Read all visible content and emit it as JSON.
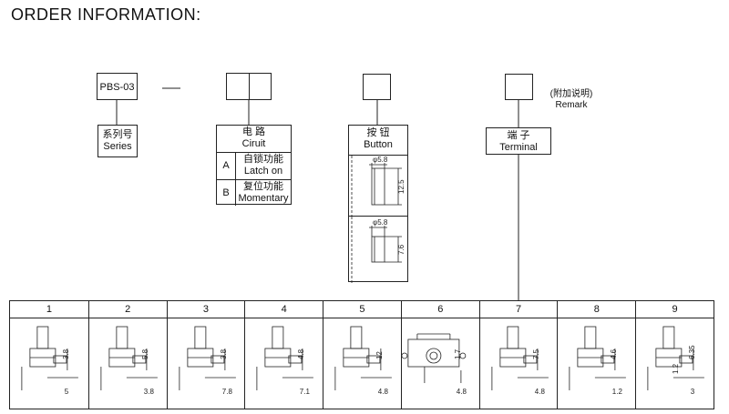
{
  "title": "ORDER  INFORMATION:",
  "code_boxes": {
    "series_code": "PBS-03",
    "separator": "—"
  },
  "series": {
    "cn": "系列号",
    "en": "Series"
  },
  "circuit": {
    "cn": "电 路",
    "en": "Ciruit",
    "options": [
      {
        "code": "A",
        "cn": "自锁功能",
        "en": "Latch on"
      },
      {
        "code": "B",
        "cn": "复位功能",
        "en": "Momentary"
      }
    ]
  },
  "button": {
    "cn": "按  钮",
    "en": "Button",
    "variants": [
      {
        "diameter": "φ5.8",
        "height": "12.5"
      },
      {
        "diameter": "φ5.8",
        "height": "7.6"
      }
    ]
  },
  "remark": {
    "cn": "(附加说明)",
    "en": "Remark"
  },
  "terminal": {
    "cn": "端 子",
    "en": "Terminal",
    "columns": [
      "1",
      "2",
      "3",
      "4",
      "5",
      "6",
      "7",
      "8",
      "9"
    ],
    "dims": [
      [
        "3.8",
        "5"
      ],
      [
        "5.8",
        "3.8"
      ],
      [
        "3.8",
        "7.8"
      ],
      [
        "4.8",
        "7.1"
      ],
      [
        "12",
        "4.8"
      ],
      [
        "1.7",
        "4.8"
      ],
      [
        "7.5",
        "4.8"
      ],
      [
        "4.6",
        "1.2"
      ],
      [
        "6.35",
        "3",
        "1.2"
      ]
    ]
  }
}
